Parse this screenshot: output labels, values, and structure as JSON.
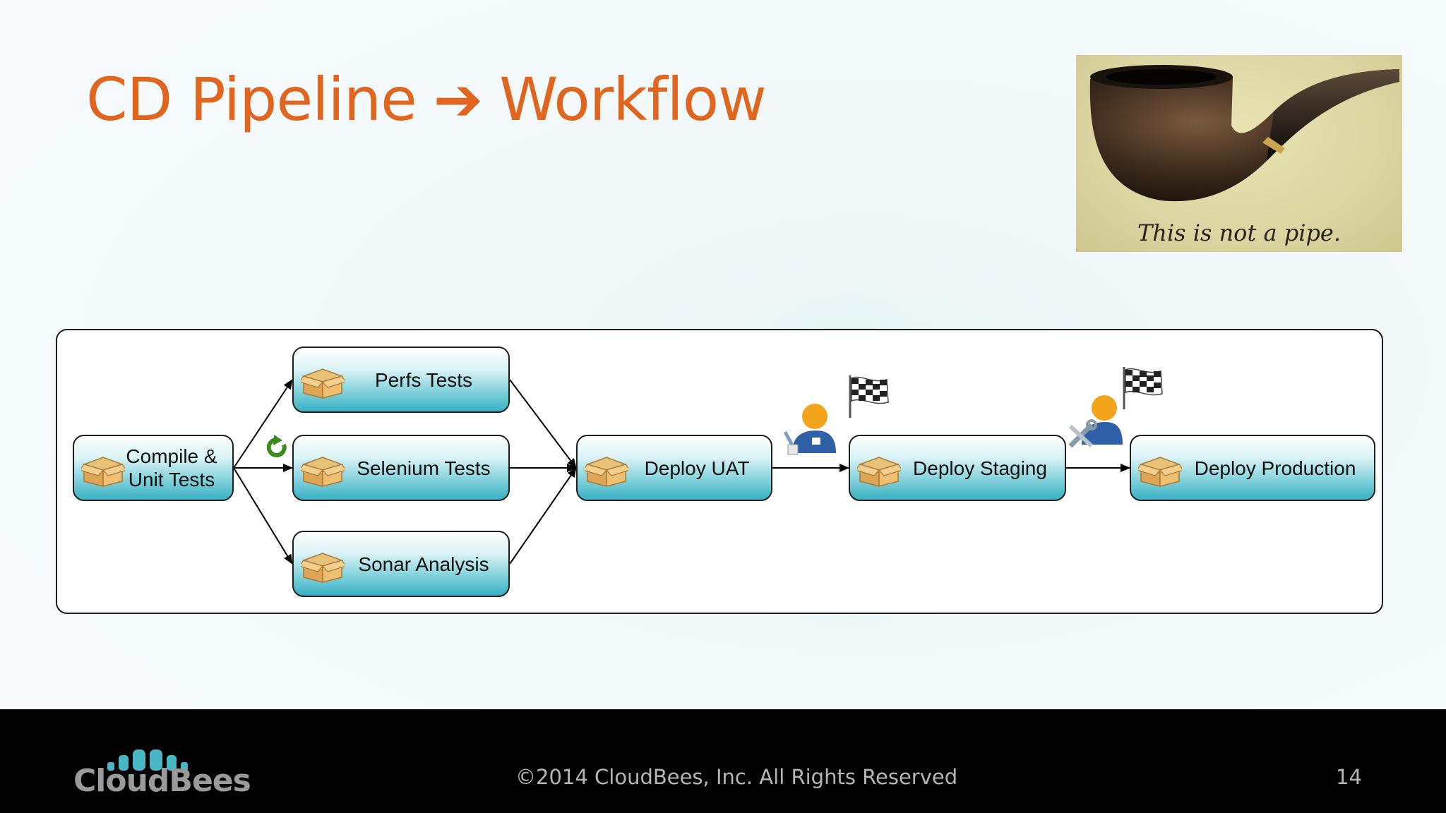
{
  "slide": {
    "title_left": "CD Pipeline",
    "title_arrow": "➔",
    "title_right": "Workflow",
    "image_caption": "This is not a pipe."
  },
  "pipeline": {
    "nodes": [
      {
        "id": "compile",
        "label": "Compile & Unit Tests"
      },
      {
        "id": "perfs",
        "label": "Perfs Tests"
      },
      {
        "id": "selenium",
        "label": "Selenium Tests"
      },
      {
        "id": "sonar",
        "label": "Sonar Analysis"
      },
      {
        "id": "uat",
        "label": "Deploy UAT"
      },
      {
        "id": "staging",
        "label": "Deploy Staging"
      },
      {
        "id": "production",
        "label": "Deploy Production"
      }
    ],
    "edges": [
      [
        "compile",
        "perfs"
      ],
      [
        "compile",
        "selenium"
      ],
      [
        "compile",
        "sonar"
      ],
      [
        "perfs",
        "uat"
      ],
      [
        "selenium",
        "uat"
      ],
      [
        "sonar",
        "uat"
      ],
      [
        "uat",
        "staging"
      ],
      [
        "staging",
        "production"
      ]
    ],
    "icons": [
      "retry-icon",
      "approver-icon",
      "checkered-flag-icon",
      "admin-tools-icon"
    ]
  },
  "footer": {
    "brand": "CloudBees",
    "copyright": "©2014 CloudBees, Inc. All Rights Reserved",
    "page_number": "14"
  },
  "colors": {
    "title": "#e0661f",
    "node_gradient_bottom": "#39b1c3",
    "footer_bg": "#000000"
  }
}
